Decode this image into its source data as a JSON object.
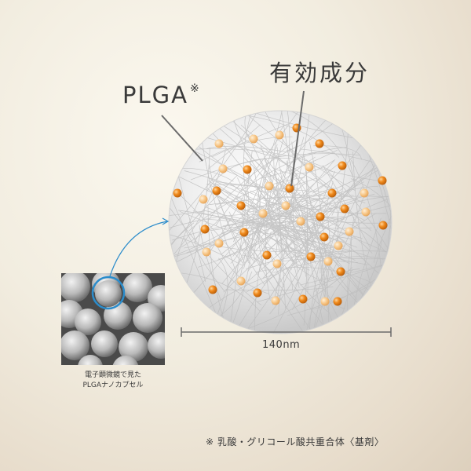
{
  "labels": {
    "plga": "PLGA",
    "plga_mark": "※",
    "active_ingredient": "有効成分",
    "scale": "140nm",
    "micrograph_caption_line1": "電子顕微鏡で見た",
    "micrograph_caption_line2": "PLGAナノカプセル",
    "footnote": "※ 乳酸・グリコール酸共重合体〈基剤〉"
  },
  "colors": {
    "particle": "#f08a1c",
    "sphere_fiber": "#bdbdbd",
    "leader_line": "#6b6b6b",
    "highlight_circle": "#2b8ccb"
  }
}
